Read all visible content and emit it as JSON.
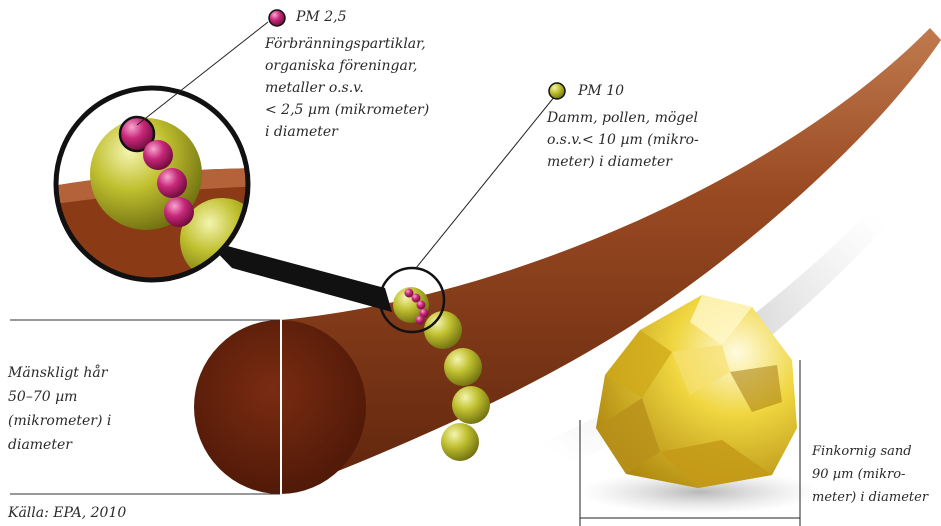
{
  "pm25": {
    "title": "PM 2,5",
    "lines": [
      "Förbränningspartiklar,",
      "organiska föreningar,",
      "metaller o.s.v.",
      "< 2,5 µm (mikrometer)",
      "i diameter"
    ]
  },
  "pm10": {
    "title": "PM 10",
    "lines": [
      "Damm, pollen, mögel",
      "o.s.v.< 10 µm (mikro-",
      "meter) i diameter"
    ]
  },
  "hair": {
    "lines": [
      "Mänskligt hår",
      "50–70 µm",
      "(mikrometer) i",
      "diameter"
    ]
  },
  "sand": {
    "lines": [
      "Finkornig sand",
      "90 µm (mikro-",
      "meter) i diameter"
    ]
  },
  "source": "Källa: EPA, 2010",
  "colors": {
    "hair": "#7a3514",
    "pm10": "#b5b52a",
    "pm25": "#c0246e",
    "sand": "#e0c020"
  }
}
